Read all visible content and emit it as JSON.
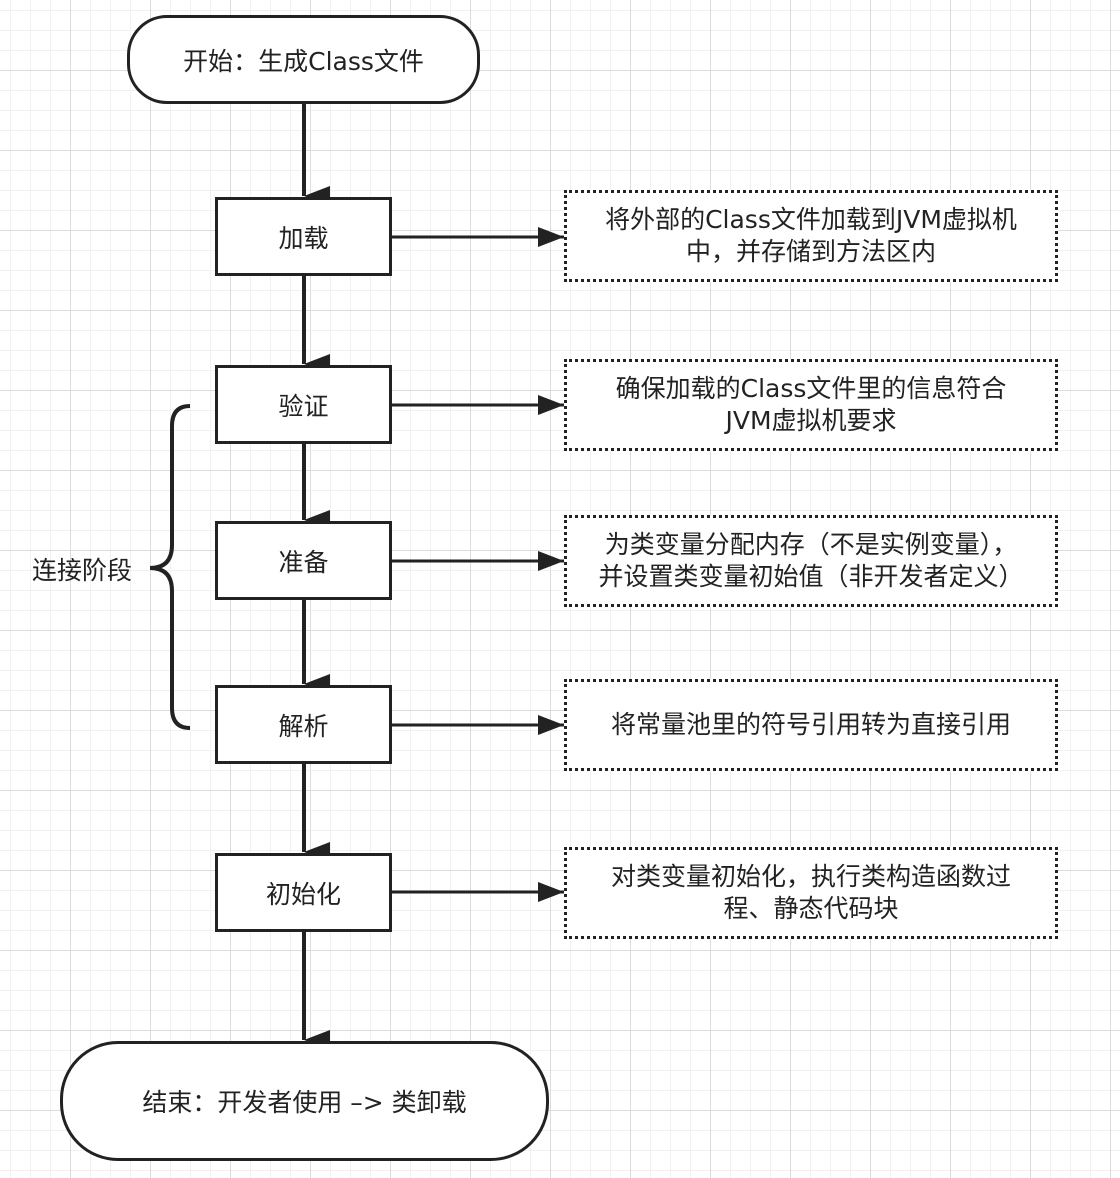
{
  "start": "开始：生成Class文件",
  "steps": {
    "load": "加载",
    "verify": "验证",
    "prepare": "准备",
    "resolve": "解析",
    "init": "初始化"
  },
  "end": "结束：开发者使用 –> 类卸载",
  "group_label": "连接阶段",
  "notes": {
    "load": [
      "将外部的Class文件加载到JVM虚拟机",
      "中，并存储到方法区内"
    ],
    "verify": [
      "确保加载的Class文件里的信息符合",
      "JVM虚拟机要求"
    ],
    "prepare": [
      "为类变量分配内存（不是实例变量），",
      "并设置类变量初始值（非开发者定义）"
    ],
    "resolve": [
      "将常量池里的符号引用转为直接引用"
    ],
    "init": [
      "对类变量初始化，执行类构造函数过",
      "程、静态代码块"
    ]
  },
  "colors": {
    "line": "#222222",
    "grid": "#dcdcdc",
    "background": "#ffffff"
  }
}
